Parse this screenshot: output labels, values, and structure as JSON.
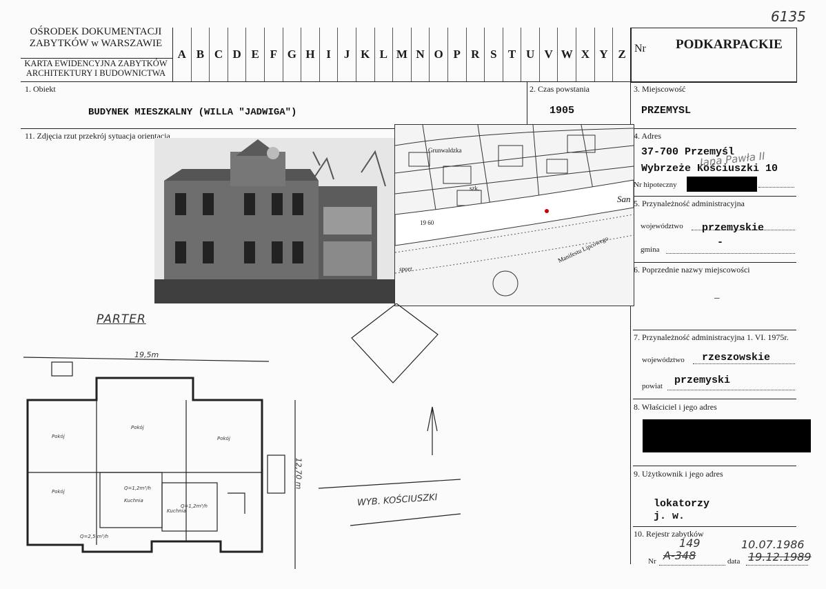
{
  "card_number": "6135",
  "header": {
    "org_line1": "OŚRODEK DOKUMENTACJI",
    "org_line2": "ZABYTKÓW w WARSZAWIE",
    "card_line1": "KARTA EWIDENCYJNA ZABYTKÓW",
    "card_line2": "ARCHITEKTURY I BUDOWNICTWA",
    "letters": [
      "A",
      "B",
      "C",
      "D",
      "E",
      "F",
      "G",
      "H",
      "I",
      "J",
      "K",
      "L",
      "M",
      "N",
      "O",
      "P",
      "R",
      "S",
      "T",
      "U",
      "V",
      "W",
      "X",
      "Y",
      "Z"
    ],
    "nr_label": "Nr",
    "region": "PODKARPACKIE"
  },
  "fields": {
    "obiekt_label": "1. Obiekt",
    "obiekt_value": "BUDYNEK MIESZKALNY (WILLA \"JADWIGA\")",
    "czas_label": "2. Czas powstania",
    "czas_value": "1905",
    "miejscowosc_label": "3. Miejscowość",
    "miejscowosc_value": "PRZEMYSL",
    "adres_label": "4. Adres",
    "adres_line1": "37-700 Przemyśl",
    "adres_line2": "Wybrzeże Kościuszki 10",
    "adres_handwritten": "Jana Pawła II",
    "hipoteczny_label": "Nr hipoteczny",
    "przynaleznosc_label": "5. Przynależność administracyjna",
    "wojewodztwo_label": "województwo",
    "wojewodztwo_value": "przemyskie",
    "gmina_label": "gmina",
    "gmina_value": "-",
    "poprzednie_label": "6. Poprzednie nazwy miejscowości",
    "poprzednie_value": "–",
    "przynaleznosc75_label": "7. Przynależność administracyjna 1. VI. 1975r.",
    "wojewodztwo75_value": "rzeszowskie",
    "powiat_label": "powiat",
    "powiat_value": "przemyski",
    "wlasciciel_label": "8. Właściciel i jego adres",
    "uzytkownik_label": "9. Użytkownik i jego adres",
    "uzytkownik_line1": "lokatorzy",
    "uzytkownik_line2": "j. w.",
    "rejestr_label": "10. Rejestr zabytków",
    "rejestr_nr_label": "Nr",
    "rejestr_nr_old": "A-348",
    "rejestr_nr_new": "149",
    "rejestr_data_label": "data",
    "rejestr_data_old": "19.12.1989",
    "rejestr_data_new": "10.07.1986"
  },
  "section11_label": "11. Zdjęcia rzut przekrój sytuacja orientacja",
  "plan": {
    "title": "PARTER",
    "width_dim": "19,5m",
    "height_dim": "12,70 m",
    "street": "WYB. KOŚCIUSZKI",
    "room1": "Pokój",
    "room2": "Pokój",
    "room3": "Pokój",
    "room4": "Pokój",
    "kitchen1": "Kuchnia",
    "kitchen2": "Kuchnia",
    "area1": "Q=1,2m³/h",
    "area2": "Q=1,2m³/h",
    "area3": "Q=2,5 m³/h"
  },
  "map": {
    "label_street1": "Grunwaldzka",
    "label_school": "szk.",
    "label_river": "San",
    "label_coord": "19 60",
    "label_sport": "sport",
    "label_street2": "Manifestu Lipcowego"
  }
}
